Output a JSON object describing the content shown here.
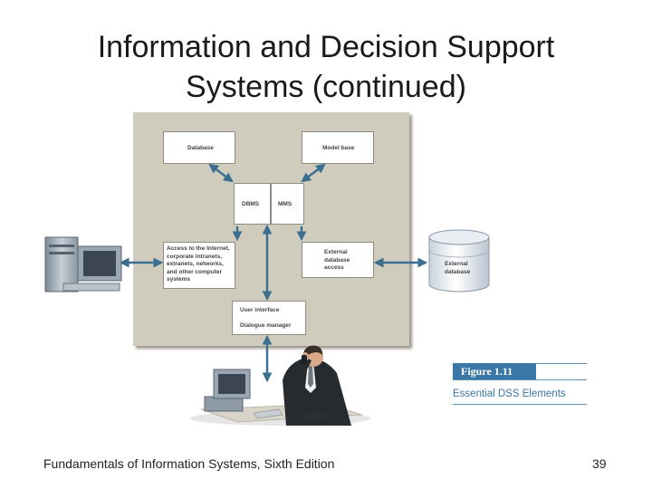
{
  "title": {
    "line1": "Information and Decision Support",
    "line2": "Systems (continued)"
  },
  "diagram": {
    "database": "Database",
    "model_base": "Model base",
    "dbms": "DBMS",
    "mms": "MMS",
    "access_lines": [
      "Access to the Internet,",
      "corporate intranets,",
      "extranets, networks,",
      "and other computer",
      "systems"
    ],
    "external_access_lines": [
      "External",
      "database",
      "access"
    ],
    "external_db_lines": [
      "External",
      "database"
    ],
    "user_interface": "User interface",
    "dialogue_manager": "Dialogue manager"
  },
  "figure": {
    "label": "Figure 1.11",
    "caption": "Essential DSS Elements"
  },
  "footer": {
    "text": "Fundamentals of Information Systems, Sixth Edition",
    "page": "39"
  },
  "colors": {
    "panel": "#cfcbbd",
    "arrow": "#3b6e8f",
    "figure_blue": "#3a78a8"
  }
}
